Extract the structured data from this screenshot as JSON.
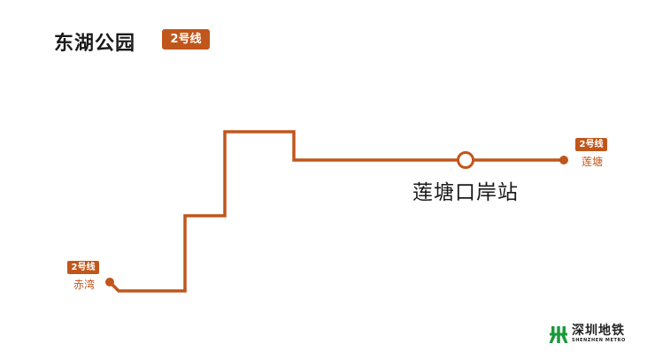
{
  "header": {
    "station_title": "东湖公园",
    "line_badge": "2号线"
  },
  "route": {
    "line_color": "#c0561b",
    "current_station": "莲塘口岸站",
    "terminus_east": {
      "line": "2号线",
      "name": "莲塘"
    },
    "terminus_west": {
      "line": "2号线",
      "name": "赤湾"
    }
  },
  "logo": {
    "name_cn": "深圳地铁",
    "name_en": "SHENZHEN METRO",
    "color": "#1a9a3a"
  }
}
